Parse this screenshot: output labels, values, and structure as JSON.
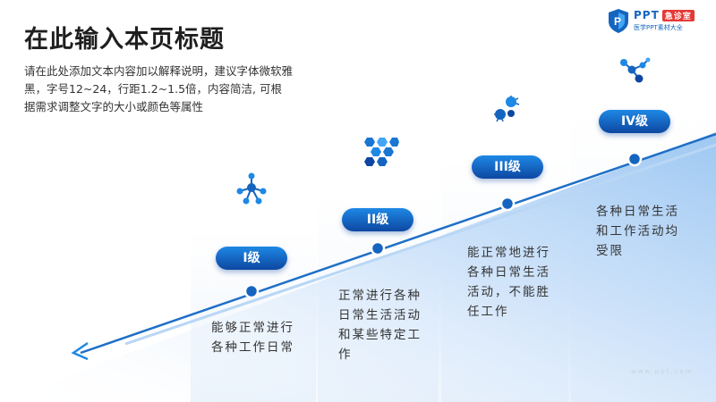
{
  "title": "在此输入本页标题",
  "description": "请在此处添加文本内容加以解释说明，建议字体微软雅黑，字号12~24，行距1.2~1.5倍，内容简洁, 可根据需求调整文字的大小或颜色等属性",
  "logo": {
    "brand": "PPT",
    "badge": "急诊室",
    "subtitle": "医学PPT素材大全"
  },
  "watermark": "www.ppt.com",
  "colors": {
    "accent": "#1565c0",
    "pill_top": "#1e88e5",
    "pill_bottom": "#0d47a1",
    "line": "#1e6fc7"
  },
  "stages": [
    {
      "level": "I级",
      "icon": "molecule-cluster-icon",
      "text": "能够正常进行各种工作日常"
    },
    {
      "level": "II级",
      "icon": "hexagon-cells-icon",
      "text": "正常进行各种日常生活活动和某些特定工作"
    },
    {
      "level": "III级",
      "icon": "virus-molecule-icon",
      "text": "能正常地进行各种日常生活活动，不能胜任工作"
    },
    {
      "level": "IV级",
      "icon": "molecule-chain-icon",
      "text": "各种日常生活和工作活动均受限"
    }
  ]
}
